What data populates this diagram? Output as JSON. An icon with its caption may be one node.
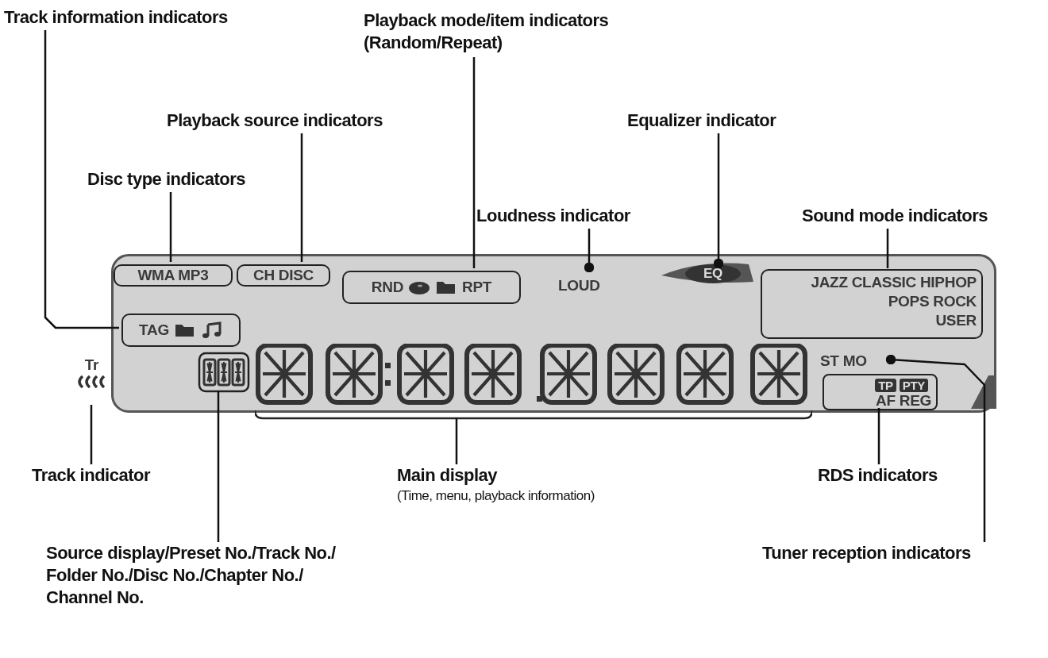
{
  "diagram": {
    "nodes": [
      {
        "text": [
          "Track information indicators"
        ]
      },
      {
        "text": [
          "Playback mode/item indicators (Random/Repeat)"
        ]
      },
      {
        "text": [
          "Playback source indicators"
        ]
      },
      {
        "text": [
          "Equalizer indicator"
        ]
      },
      {
        "text": [
          "Loudness indicator"
        ]
      },
      {
        "text": [
          "Disc type indicators"
        ]
      },
      {
        "text": [
          "Sound mode indicators"
        ]
      },
      {
        "text": [],
        "shape": "box"
      },
      {
        "text": [
          "WMA MP3"
        ],
        "in": 7
      },
      {
        "text": [
          "CH DISC"
        ],
        "in": 7
      },
      {
        "text": [
          "RND",
          "RPT"
        ],
        "in": 7
      },
      {
        "text": [
          "LOUD"
        ],
        "in": 7
      },
      {
        "text": [
          "EQ"
        ],
        "in": 7
      },
      {
        "text": [
          "JAZZ CLASSIC HIPHOP",
          "POPS ROCK",
          "USER"
        ],
        "in": 7
      },
      {
        "text": [
          "TAG"
        ],
        "in": 7
      },
      {
        "text": [
          "Tr"
        ]
      },
      {
        "text": [],
        "shape": "box",
        "in": 7
      },
      {
        "text": [],
        "shape": "box",
        "in": 7
      },
      {
        "text": [
          "ST MO"
        ],
        "in": 7
      },
      {
        "text": [
          "TP",
          "PTY",
          "AF REG"
        ],
        "in": 7
      },
      {
        "text": [
          "Track indicator"
        ]
      },
      {
        "text": [
          "RDS indicators"
        ]
      },
      {
        "text": [
          "Main display",
          "(Time, menu, playback information)"
        ]
      },
      {
        "text": [
          "Source display/Preset No./Track No./ Folder No./Disc No./Chapter No./ Channel No."
        ]
      },
      {
        "text": [
          "Tuner reception indicators"
        ]
      }
    ],
    "edges": [
      {
        "from": 0,
        "to": 14,
        "arrow": "none"
      },
      {
        "from": 1,
        "to": 10,
        "arrow": "none"
      },
      {
        "from": 2,
        "to": 9,
        "arrow": "none"
      },
      {
        "from": 3,
        "to": 12,
        "arrow": "other"
      },
      {
        "from": 4,
        "to": 11,
        "arrow": "other"
      },
      {
        "from": 5,
        "to": 8,
        "arrow": "none"
      },
      {
        "from": 6,
        "to": 13,
        "arrow": "none"
      },
      {
        "from": 20,
        "to": 15,
        "arrow": "none"
      },
      {
        "from": 21,
        "to": 19,
        "arrow": "none"
      },
      {
        "from": 22,
        "to": 17,
        "arrow": "none"
      },
      {
        "from": 23,
        "to": 16,
        "arrow": "none"
      },
      {
        "from": 24,
        "to": 18,
        "arrow": "other"
      }
    ]
  }
}
